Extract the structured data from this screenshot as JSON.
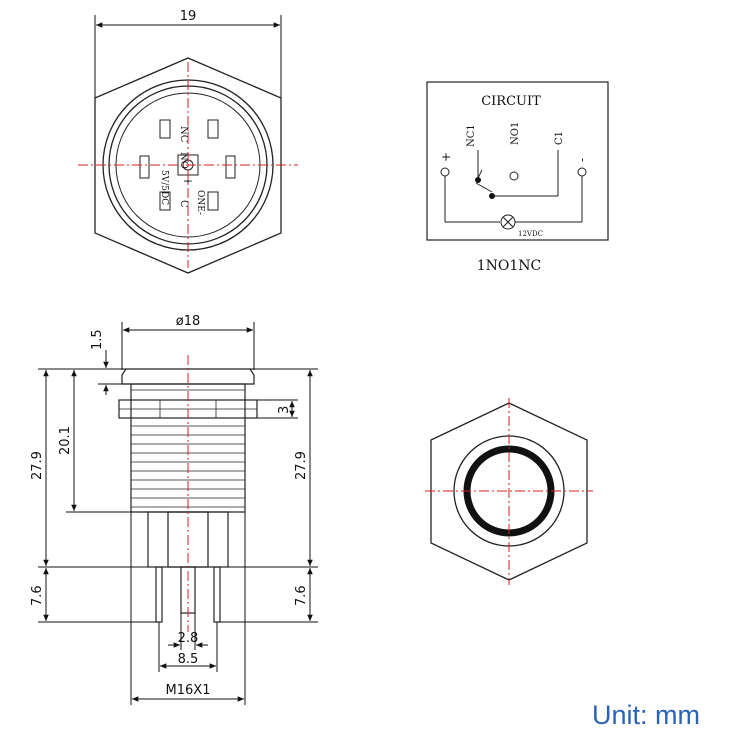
{
  "top_view": {
    "width_label": "19"
  },
  "pins": {
    "nc": "NC",
    "no": "NO",
    "plus": "+",
    "c": "C",
    "minus": "-",
    "voltage": "5V/5DC",
    "one_minus": "ONE-"
  },
  "circuit": {
    "title": "CIRCUIT",
    "nc1": "NC1",
    "no1": "NO1",
    "c1": "C1",
    "plus": "+",
    "minus": "-",
    "lamp_voltage": "12VDC",
    "caption": "1NO1NC"
  },
  "side_view": {
    "diameter": "ø18",
    "head_height": "1.5",
    "nut_thickness": "3",
    "thread_length": "20.1",
    "body_height_left": "27.9",
    "body_height_right": "27.9",
    "pin_length_left": "7.6",
    "pin_length_right": "7.6",
    "pin_spacing_small": "2.8",
    "pin_spacing_large": "8.5",
    "thread_size": "M16X1"
  },
  "unit_label": "Unit: mm",
  "colors": {
    "centerline": "#d81e1e",
    "unit_text": "#2b63b7"
  }
}
